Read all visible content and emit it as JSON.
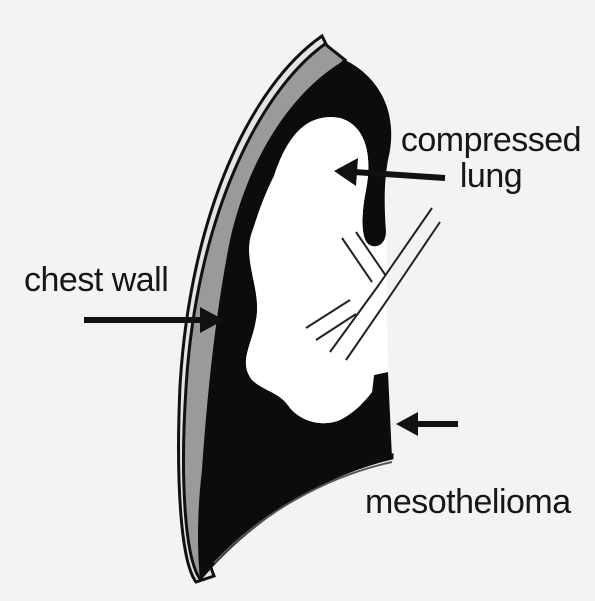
{
  "labels": {
    "compressed_lung_line1": "compressed",
    "compressed_lung_line2": "lung",
    "chest_wall": "chest wall",
    "mesothelioma": "mesothelioma"
  },
  "colors": {
    "background": "#f3f3f1",
    "chest_wall_fill": "#9a9a9a",
    "tumor_fill": "#0c0c0c",
    "lung_fill": "#ffffff",
    "text": "#161616"
  }
}
